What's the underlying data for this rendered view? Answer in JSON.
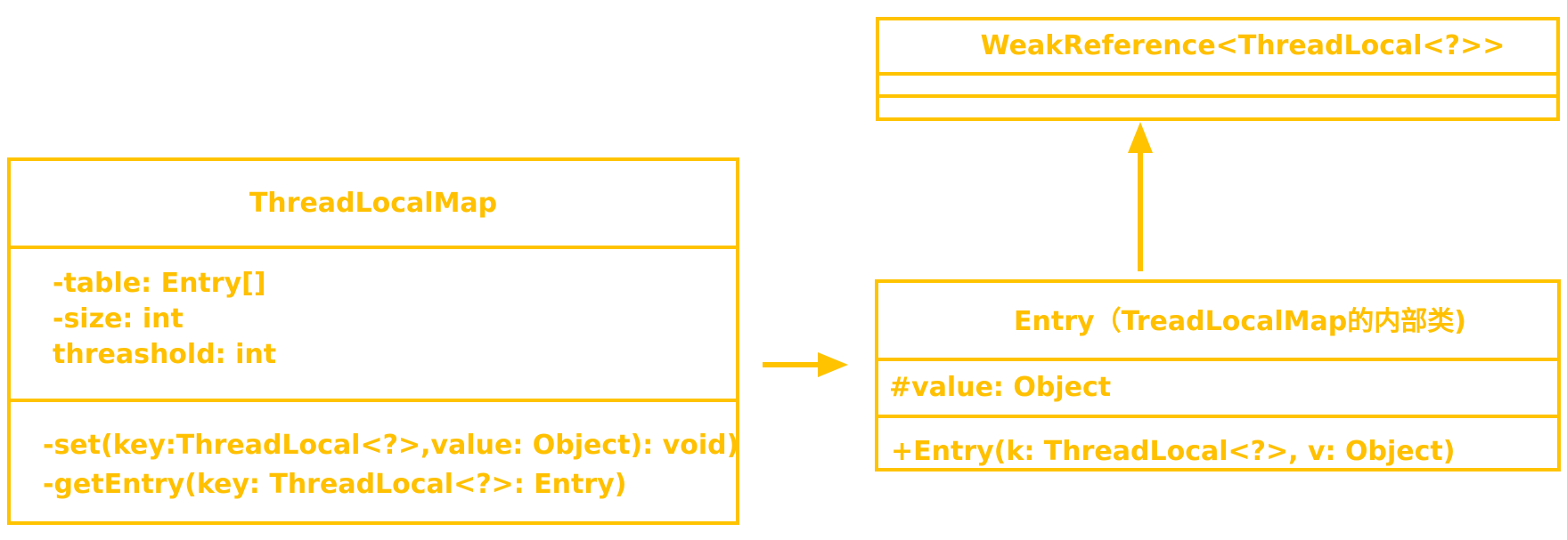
{
  "colors": {
    "stroke": "#ffc300",
    "text": "#ffc000",
    "background": "#ffffff"
  },
  "weak_reference": {
    "title": "WeakReference<ThreadLocal<?>>"
  },
  "thread_local_map": {
    "title": "ThreadLocalMap",
    "fields": [
      "-table:  Entry[]",
      "-size: int",
      "threashold: int"
    ],
    "methods": [
      "-set(key:ThreadLocal<?>,value: Object): void)",
      "-getEntry(key: ThreadLocal<?>: Entry)"
    ]
  },
  "entry": {
    "title": "Entry（TreadLocalMap的内部类)",
    "fields": [
      "#value: Object"
    ],
    "methods": [
      "+Entry(k: ThreadLocal<?>, v: Object)"
    ]
  }
}
